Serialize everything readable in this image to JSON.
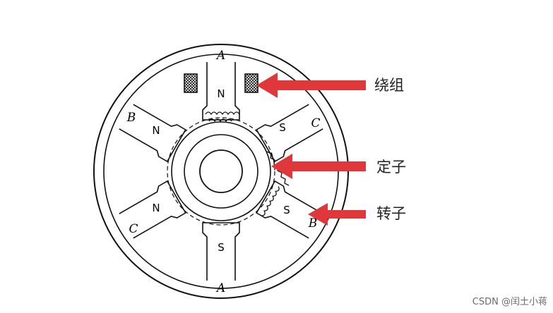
{
  "diagram": {
    "phase_labels": {
      "top": "A",
      "bottom": "A",
      "upper_left": "B",
      "lower_right": "B",
      "upper_right": "C",
      "lower_left": "C"
    },
    "polarity_labels": {
      "top": "N",
      "bottom": "S",
      "upper_left": "N",
      "lower_left": "N",
      "upper_right": "S",
      "lower_right": "S"
    }
  },
  "callouts": {
    "winding": "绕组",
    "stator": "定子",
    "rotor": "转子"
  },
  "colors": {
    "arrow": "#e0383a",
    "line": "#111111"
  },
  "watermark": "CSDN @闰土小蒋"
}
